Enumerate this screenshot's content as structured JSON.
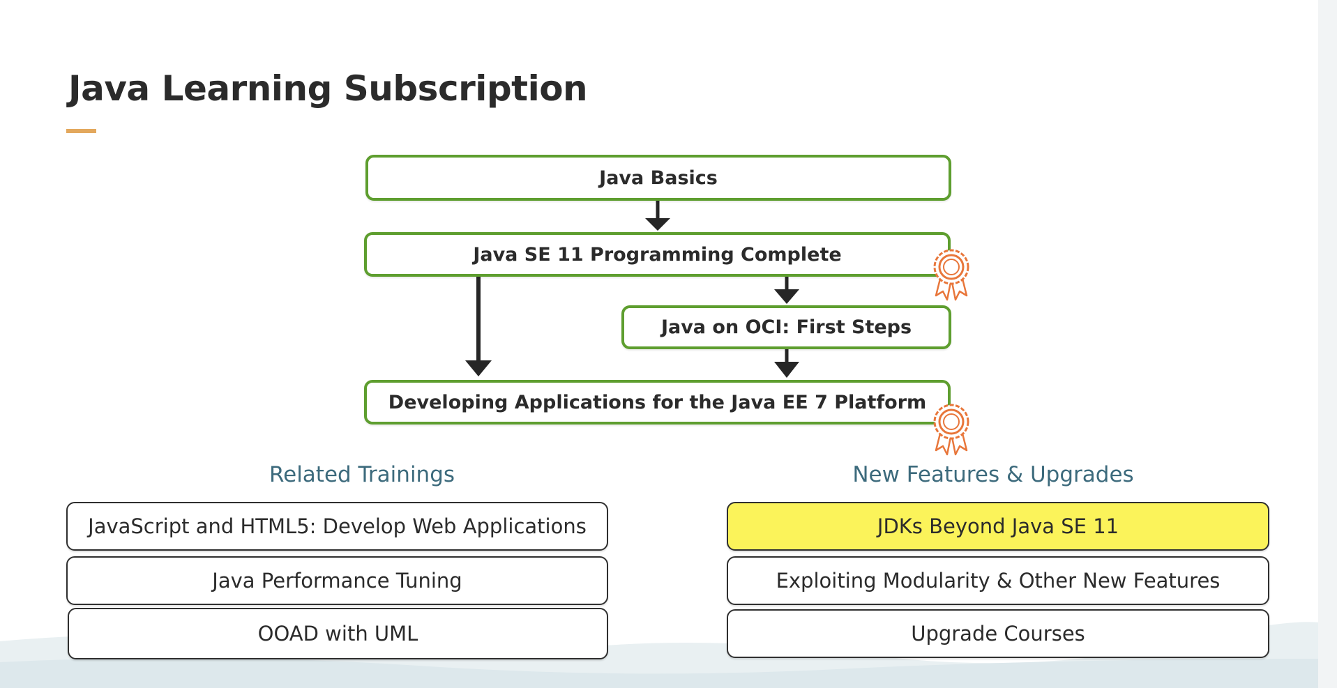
{
  "header": {
    "title": "Java Learning Subscription",
    "accent_color": "#e3a85d"
  },
  "flow": {
    "box_border_color": "#5e9e2f",
    "steps": [
      {
        "label": "Java Basics"
      },
      {
        "label": "Java SE 11 Programming Complete",
        "certification": true
      },
      {
        "label": "Java on OCI: First Steps"
      },
      {
        "label": "Developing Applications for the Java EE 7 Platform",
        "certification": true
      }
    ],
    "certification_icon": "award-ribbon-icon",
    "certification_color": "#e8763a"
  },
  "related_trainings": {
    "heading": "Related Trainings",
    "items": [
      "JavaScript and HTML5: Develop Web Applications",
      "Java Performance Tuning",
      "OOAD with UML"
    ]
  },
  "new_features": {
    "heading": "New Features & Upgrades",
    "items": [
      "JDKs Beyond Java SE 11",
      "Exploiting Modularity & Other New Features",
      "Upgrade Courses"
    ],
    "highlight_color": "#fbf35a"
  },
  "heading_color": "#3c6a7c"
}
